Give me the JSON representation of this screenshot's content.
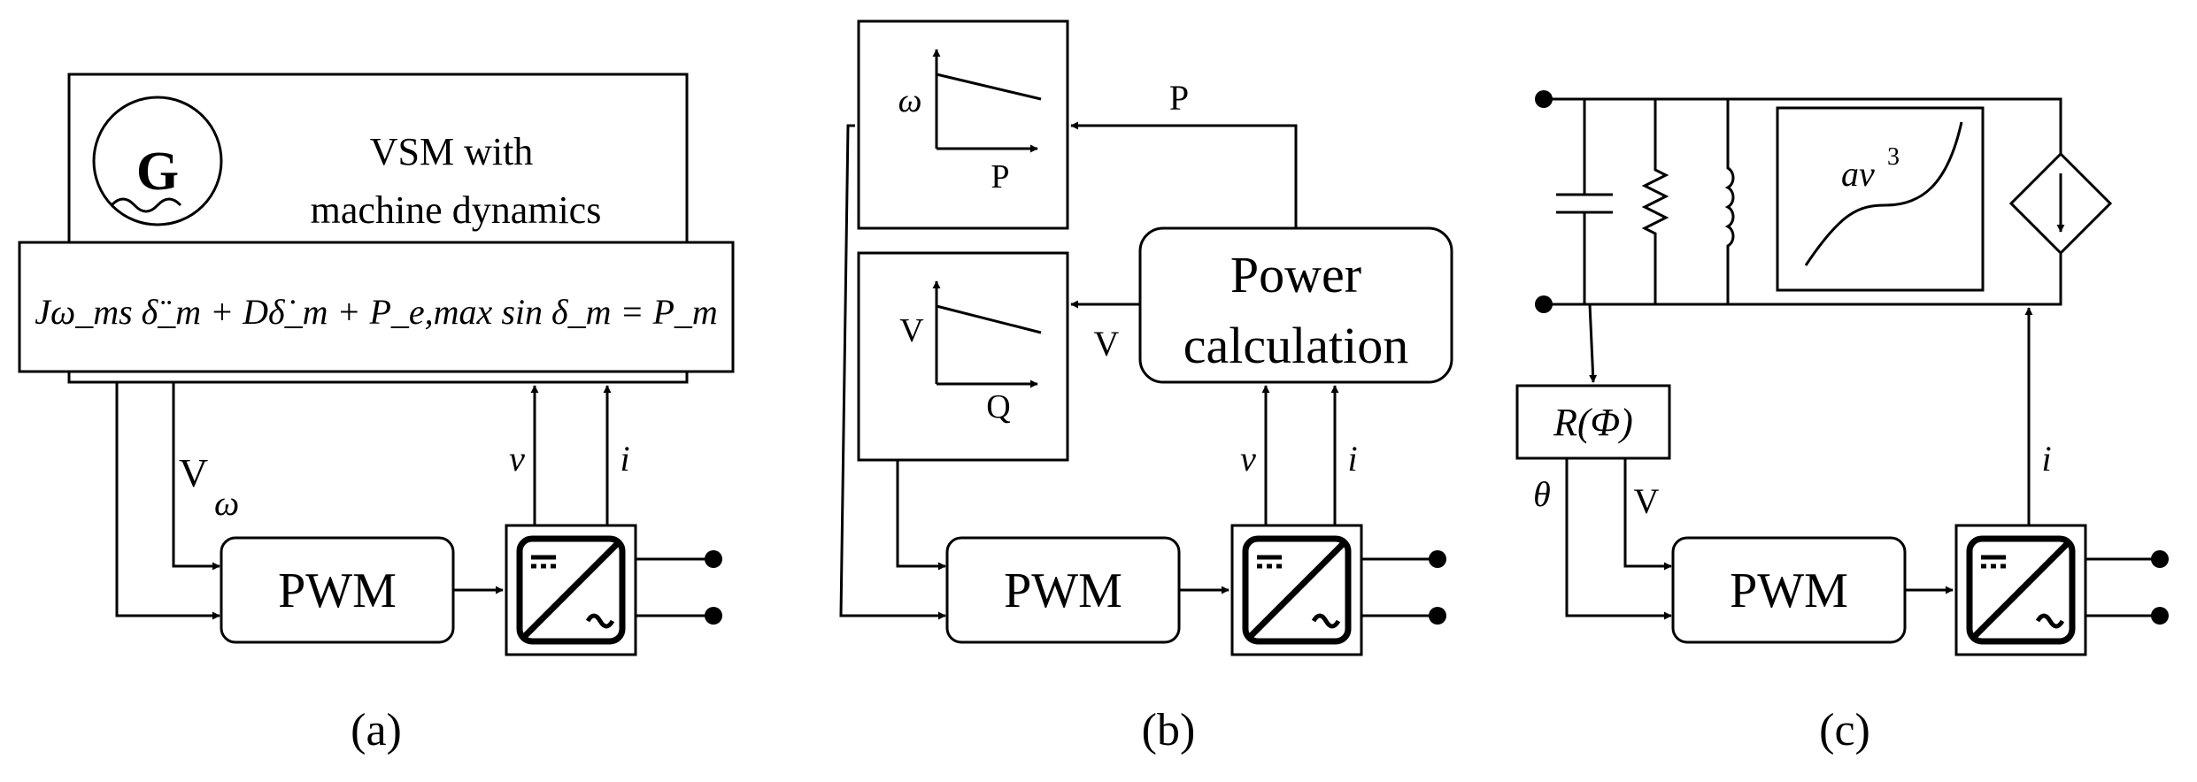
{
  "panel_a": {
    "caption": "(a)",
    "generator_symbol": "G",
    "vsm_title_line1": "VSM with",
    "vsm_title_line2": "machine dynamics",
    "swing_equation": "Jω_ms δ̈_m + Dδ̇_m + P_e,max sin δ_m = P_m",
    "label_V": "V",
    "label_omega": "ω",
    "pwm_label": "PWM",
    "label_v": "v",
    "label_i": "i"
  },
  "panel_b": {
    "caption": "(b)",
    "droop1_y": "ω",
    "droop1_x": "P",
    "droop2_y": "V",
    "droop2_x": "Q",
    "label_P": "P",
    "label_V": "V",
    "power_calc_line1": "Power",
    "power_calc_line2": "calculation",
    "pwm_label": "PWM",
    "label_v": "v",
    "label_i": "i"
  },
  "panel_c": {
    "caption": "(c)",
    "load_label": "av",
    "load_exp": "3",
    "r_phi_label": "R(Φ)",
    "label_theta": "θ",
    "label_V": "V",
    "pwm_label": "PWM",
    "label_i": "i"
  }
}
